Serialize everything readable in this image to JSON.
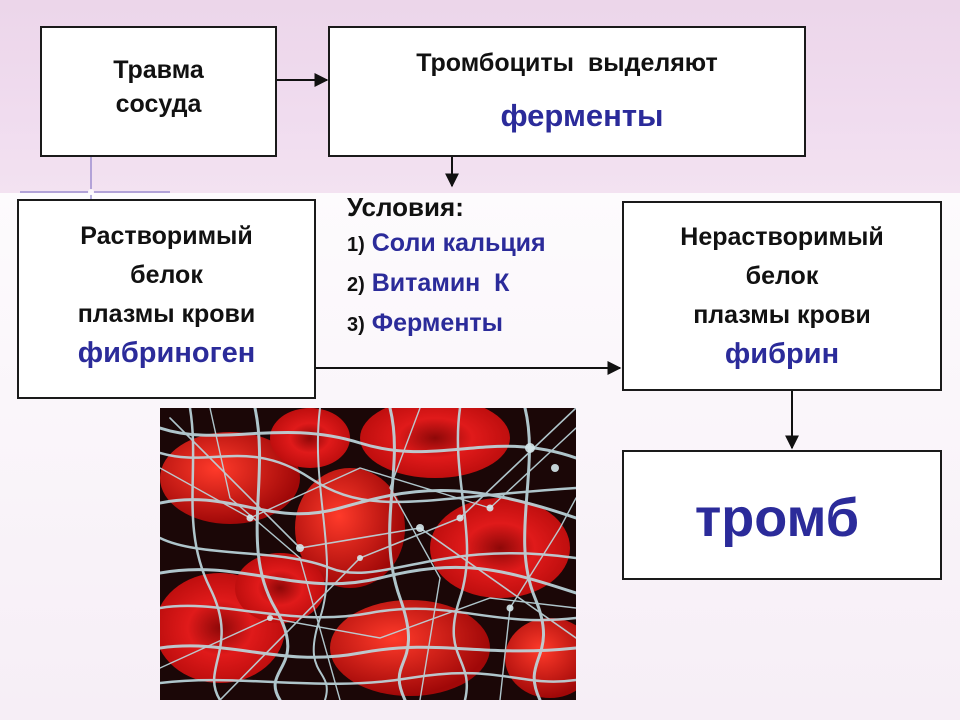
{
  "boxes": {
    "trauma": {
      "line1": "Травма",
      "line2": "сосуда"
    },
    "platelets": {
      "line1": "Тромбоциты  выделяют",
      "line2": "ферменты"
    },
    "soluble": {
      "line1": "Растворимый",
      "line2": "белок",
      "line3": "плазмы крови",
      "line4": "фибриноген"
    },
    "insoluble": {
      "line1": "Нерастворимый",
      "line2": "белок",
      "line3": "плазмы крови",
      "line4": "фибрин"
    },
    "thrombus": {
      "label": "тромб"
    }
  },
  "conditions": {
    "title": "Условия:",
    "items": [
      {
        "num": "1)",
        "text": "Соли кальция"
      },
      {
        "num": "2)",
        "text": "Витамин  К"
      },
      {
        "num": "3)",
        "text": "Ферменты"
      }
    ]
  },
  "colors": {
    "accent_text": "#2b2b9a",
    "header_band": "#eed8ec",
    "red_cells": "#c81010",
    "fibrin": "#bcd6dc"
  }
}
